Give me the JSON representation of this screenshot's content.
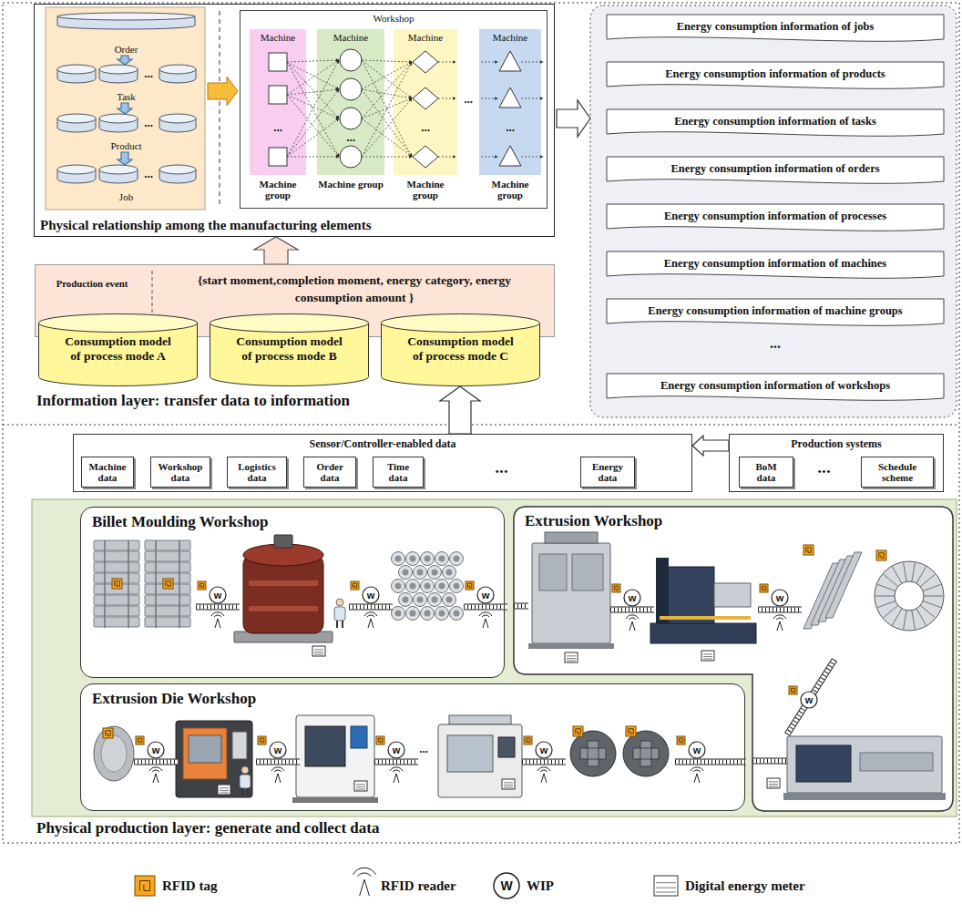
{
  "diagram": {
    "nodes": [
      {
        "text": [
          "Physical relationship among the manufacturing elements"
        ]
      },
      {
        "text": [
          "Order"
        ],
        "in": 0
      },
      {
        "text": [
          "Task"
        ],
        "in": 0
      },
      {
        "text": [
          "Product"
        ],
        "in": 0
      },
      {
        "text": [
          "Job"
        ],
        "in": 0
      },
      {
        "text": [
          "Workshop"
        ],
        "in": 0
      },
      {
        "text": [
          "Machine",
          "Machine group"
        ],
        "in": 5
      },
      {
        "text": [
          "Machine",
          "Machine group"
        ],
        "in": 5
      },
      {
        "text": [
          "Machine",
          "Machine group"
        ],
        "in": 5
      },
      {
        "text": [
          "Machine",
          "Machine group"
        ],
        "in": 5
      },
      {
        "text": [
          "Production event",
          "{start moment,completion moment, energy category, energy consumption amount }"
        ]
      },
      {
        "text": [
          "Consumption model of process mode A"
        ]
      },
      {
        "text": [
          "Consumption model of process mode B"
        ]
      },
      {
        "text": [
          "Consumption model of process mode C"
        ]
      },
      {
        "text": [
          "Energy consumption information of jobs"
        ]
      },
      {
        "text": [
          "Energy consumption information of products"
        ]
      },
      {
        "text": [
          "Energy consumption information of tasks"
        ]
      },
      {
        "text": [
          "Energy consumption information of orders"
        ]
      },
      {
        "text": [
          "Energy consumption information of processes"
        ]
      },
      {
        "text": [
          "Energy consumption information of machines"
        ]
      },
      {
        "text": [
          "Energy consumption information of machine groups"
        ]
      },
      {
        "text": [
          "Energy consumption information of workshops"
        ]
      },
      {
        "text": [
          "Sensor/Controller-enabled data"
        ]
      },
      {
        "text": [
          "Machine data"
        ],
        "in": 22
      },
      {
        "text": [
          "Workshop data"
        ],
        "in": 22
      },
      {
        "text": [
          "Logistics data"
        ],
        "in": 22
      },
      {
        "text": [
          "Order data"
        ],
        "in": 22
      },
      {
        "text": [
          "Time data"
        ],
        "in": 22
      },
      {
        "text": [
          "Energy data"
        ],
        "in": 22
      },
      {
        "text": [
          "Production systems"
        ]
      },
      {
        "text": [
          "BoM data"
        ],
        "in": 29
      },
      {
        "text": [
          "Schedule scheme"
        ],
        "in": 29
      },
      {
        "text": [
          "Billet Moulding Workshop"
        ]
      },
      {
        "text": [
          "Extrusion Workshop"
        ]
      },
      {
        "text": [
          "Extrusion Die Workshop"
        ]
      }
    ],
    "edges": [
      {
        "from": 1,
        "to": 2,
        "arrow": "to"
      },
      {
        "from": 2,
        "to": 3,
        "arrow": "to"
      },
      {
        "from": 3,
        "to": 4,
        "arrow": "to"
      },
      {
        "from": 10,
        "to": 0,
        "arrow": "to"
      },
      {
        "from": 22,
        "to": 13,
        "arrow": "to"
      },
      {
        "from": 29,
        "to": 22,
        "arrow": "to"
      }
    ],
    "labels": [
      "...",
      "...",
      "...",
      "...",
      "...",
      "...",
      "...",
      "...",
      "Information layer: transfer data to information",
      "...",
      "•••",
      "•••",
      "Physical production layer: generate and collect data",
      "w",
      "w",
      "w",
      "w",
      "w",
      "w",
      "w",
      "w",
      "w",
      "w",
      "w",
      "...",
      "W"
    ],
    "legend": [
      {
        "text": "RFID tag"
      },
      {
        "text": "RFID reader"
      },
      {
        "text": "WIP"
      },
      {
        "text": "Digital energy meter"
      }
    ]
  }
}
